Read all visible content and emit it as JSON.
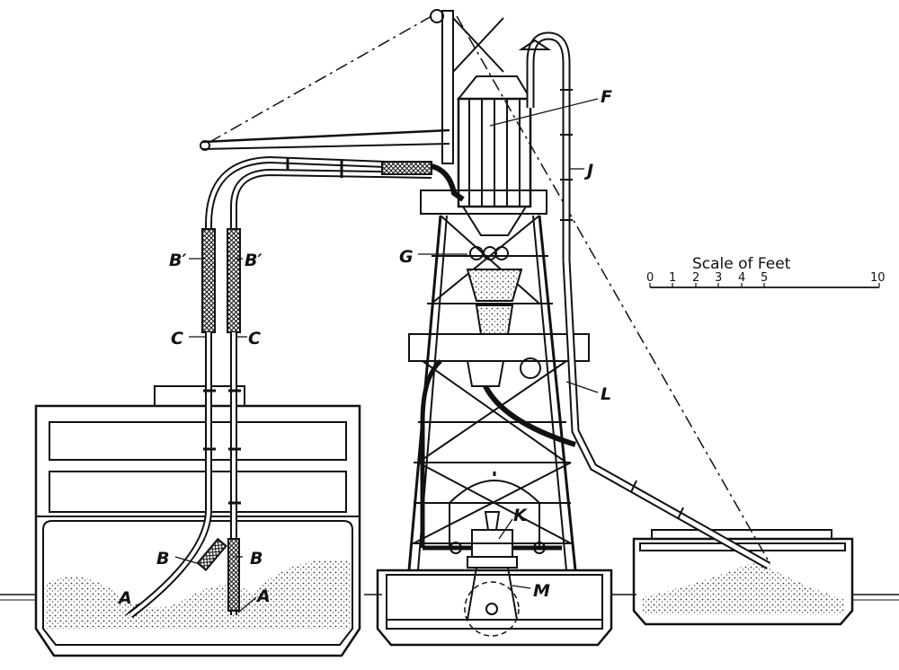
{
  "labels": {
    "A": "A",
    "B": "B",
    "B_prime": "B′",
    "C": "C",
    "F": "F",
    "G": "G",
    "J": "J",
    "K": "K",
    "L": "L",
    "M": "M"
  },
  "scale": {
    "title": "Scale of Feet",
    "ticks": [
      "0",
      "1",
      "2",
      "3",
      "4",
      "5",
      "10"
    ]
  },
  "colors": {
    "ink": "#111111",
    "paper": "#ffffff"
  }
}
